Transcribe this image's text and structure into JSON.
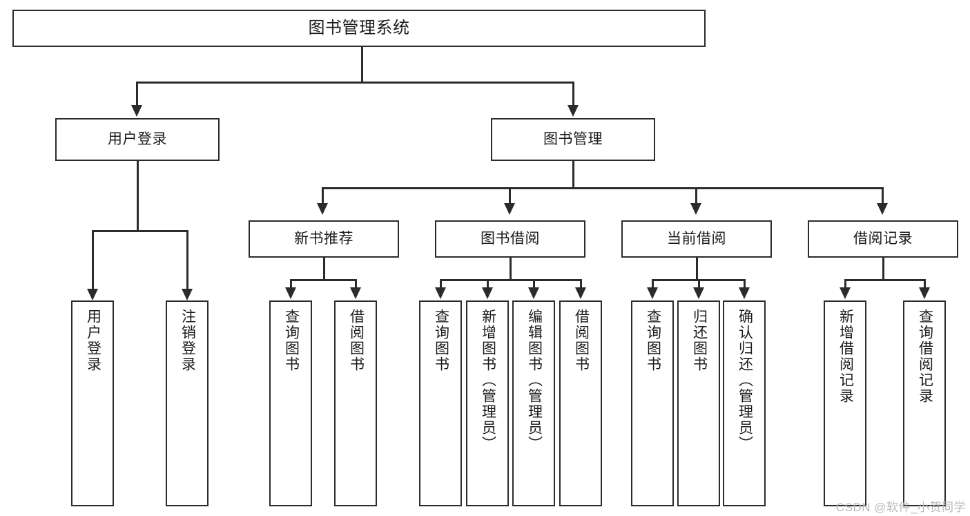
{
  "diagram": {
    "title": "图书管理系统",
    "type": "tree-hierarchy-diagram",
    "root": {
      "label": "图书管理系统"
    },
    "level1": [
      {
        "label": "用户登录"
      },
      {
        "label": "图书管理"
      }
    ],
    "level2": [
      {
        "label": "新书推荐"
      },
      {
        "label": "图书借阅"
      },
      {
        "label": "当前借阅"
      },
      {
        "label": "借阅记录"
      }
    ],
    "leaves": {
      "user_login": [
        {
          "label": "用户登录"
        },
        {
          "label": "注销登录"
        }
      ],
      "new_book_recommend": [
        {
          "label": "查询图书"
        },
        {
          "label": "借阅图书"
        }
      ],
      "book_borrow": [
        {
          "label": "查询图书"
        },
        {
          "label": "新增图书（管理员）"
        },
        {
          "label": "编辑图书（管理员）"
        },
        {
          "label": "借阅图书"
        }
      ],
      "current_borrow": [
        {
          "label": "查询图书"
        },
        {
          "label": "归还图书"
        },
        {
          "label": "确认归还（管理员）"
        }
      ],
      "borrow_record": [
        {
          "label": "新增借阅记录"
        },
        {
          "label": "查询借阅记录"
        }
      ]
    }
  },
  "watermark": {
    "text": "CSDN @软件_小贺同学"
  },
  "colors": {
    "stroke": "#2b2b2b",
    "text": "#1b1b1b",
    "background": "#ffffff",
    "watermark": "#b9b9b9"
  }
}
